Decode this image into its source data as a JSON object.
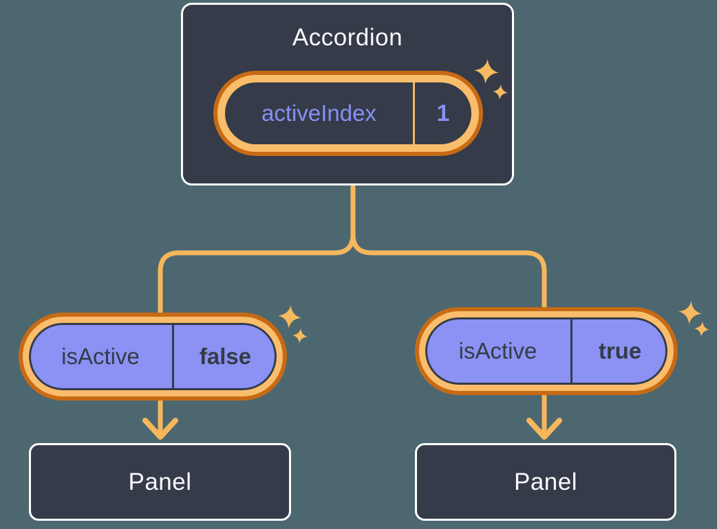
{
  "diagram": {
    "accordion": {
      "title": "Accordion",
      "state": {
        "name": "activeIndex",
        "value": "1"
      }
    },
    "children": [
      {
        "prop": {
          "name": "isActive",
          "value": "false"
        },
        "panel_label": "Panel"
      },
      {
        "prop": {
          "name": "isActive",
          "value": "true"
        },
        "panel_label": "Panel"
      }
    ]
  },
  "icons": {
    "sparkle": "sparkle-icon",
    "arrow": "arrow-down-icon"
  },
  "colors": {
    "bg": "#4D6770",
    "box_fill": "#353B48",
    "box_border": "#FFFFFF",
    "purple_fill": "#8B92F3",
    "purple_text": "#8890F4",
    "orange_light": "#FABD6C",
    "orange_dark": "#C76A15",
    "line_orange": "#F6B75C",
    "text_dark": "#353B48",
    "text_light": "#F7F9FC"
  }
}
